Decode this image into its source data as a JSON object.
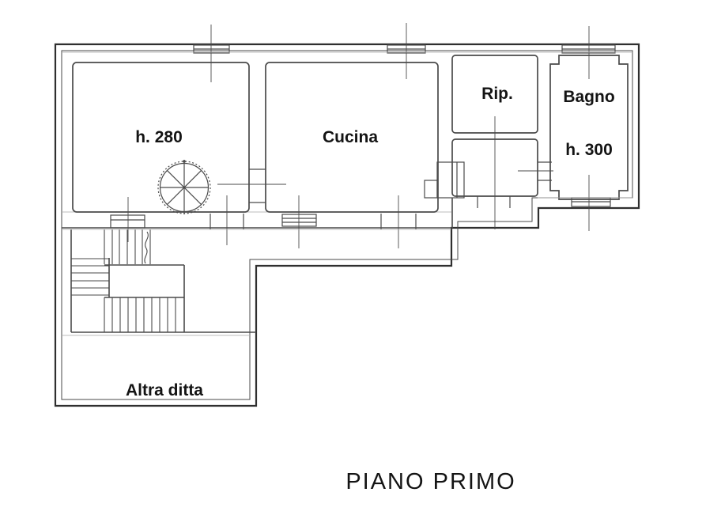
{
  "plan": {
    "title": "PIANO PRIMO",
    "rooms": {
      "main_room": {
        "label": "h. 280"
      },
      "kitchen": {
        "label": "Cucina"
      },
      "storage": {
        "label": "Rip."
      },
      "bathroom": {
        "label": "Bagno",
        "height_label": "h. 300"
      },
      "other_company": {
        "label": "Altra ditta"
      }
    },
    "symbols": {
      "spiral_staircase": "spiral-staircase",
      "staircase": "staircase",
      "window": "window",
      "door": "door"
    },
    "colors": {
      "background": "#ffffff",
      "line": "#4a4a4a",
      "line_bold": "#2f2f2f",
      "line_light": "#a8a8a8",
      "text": "#141414"
    }
  }
}
